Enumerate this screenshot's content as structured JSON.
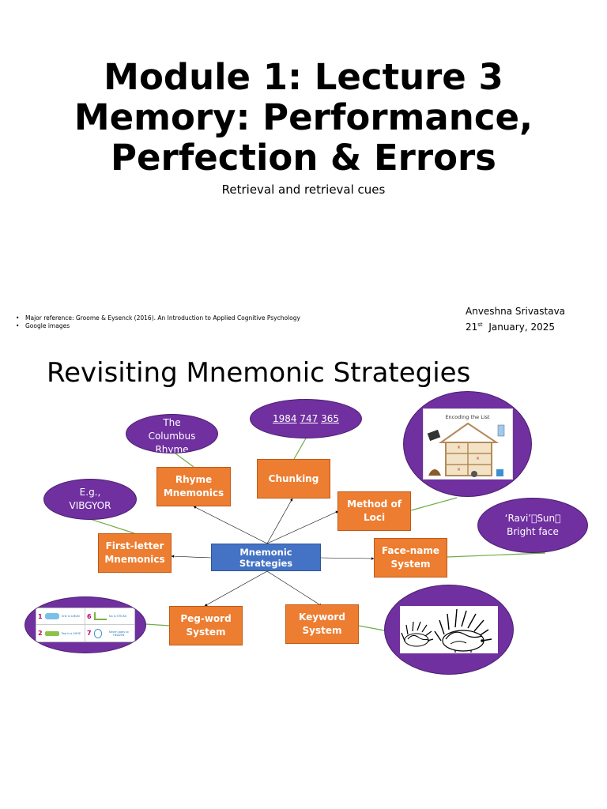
{
  "slide1": {
    "title_line1": "Module 1: Lecture 3",
    "title_line2": "Memory: Performance,",
    "title_line3": "Perfection & Errors",
    "subtitle": "Retrieval and retrieval cues",
    "references": [
      "Major reference: Groome & Eysenck (2016). An Introduction to Applied Cognitive Psychology",
      "Google images"
    ],
    "author": "Anveshna Srivastava",
    "date_day": "21",
    "date_suffix": "st",
    "date_rest": "January, 2025"
  },
  "slide2": {
    "title": "Revisiting Mnemonic Strategies",
    "center": "Mnemonic Strategies",
    "boxes": {
      "rhyme": "Rhyme Mnemonics",
      "chunking": "Chunking",
      "loci": "Method of Loci",
      "first_letter": "First-letter Mnemonics",
      "face_name": "Face-name System",
      "peg_word": "Peg-word System",
      "keyword": "Keyword System"
    },
    "ovals": {
      "columbus": "The Columbus Rhyme",
      "chunk_parts": [
        "1984",
        "747",
        "365"
      ],
      "vibgyor": "E.g., VIBGYOR",
      "ravi": "‘Ravi’\u0000Sun\u0000 Bright face"
    },
    "loci_image_caption": "Encoding the List",
    "peg_table": [
      {
        "num": "1",
        "text": "One is a BUN"
      },
      {
        "num": "6",
        "text": "Six is STICKS"
      },
      {
        "num": "2",
        "text": "Two is a SHOE"
      },
      {
        "num": "7",
        "text": "Seven goes to HEAVEN"
      }
    ],
    "colors": {
      "orange": "#ed7d31",
      "blue": "#4472c4",
      "purple": "#7030a0",
      "connector_green": "#70ad47"
    }
  }
}
